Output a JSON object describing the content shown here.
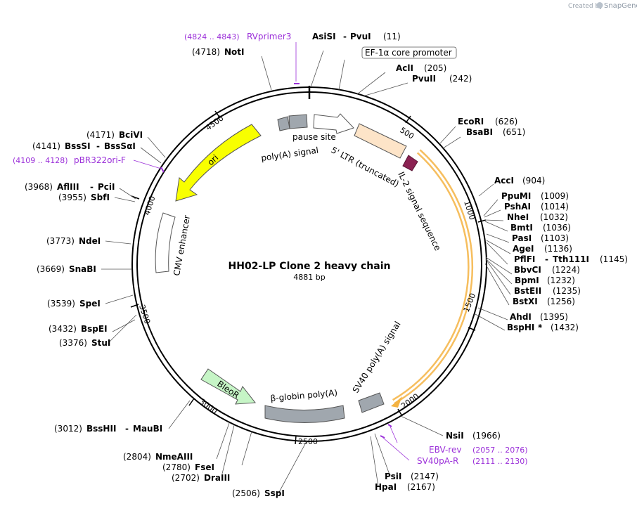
{
  "credit": {
    "prefix": "Created by",
    "brand": "SnapGene"
  },
  "plasmid": {
    "name": "HH02-LP Clone 2 heavy chain",
    "length_label": "4881 bp",
    "length": 4881
  },
  "ticks": [
    "500",
    "1000",
    "1500",
    "2000",
    "2500",
    "3000",
    "3500",
    "4000",
    "4500"
  ],
  "sites": [
    {
      "name": "AsiSI",
      "name2": "PvuI",
      "pos": "(11)"
    },
    {
      "name": "AclI",
      "pos": "(205)"
    },
    {
      "name": "PvuII",
      "pos": "(242)"
    },
    {
      "name": "EcoRI",
      "pos": "(626)"
    },
    {
      "name": "BsaBI",
      "pos": "(651)"
    },
    {
      "name": "AccI",
      "pos": "(904)"
    },
    {
      "name": "PpuMI",
      "pos": "(1009)"
    },
    {
      "name": "PshAI",
      "pos": "(1014)"
    },
    {
      "name": "NheI",
      "pos": "(1032)"
    },
    {
      "name": "BmtI",
      "pos": "(1036)"
    },
    {
      "name": "PasI",
      "pos": "(1103)"
    },
    {
      "name": "AgeI",
      "pos": "(1136)"
    },
    {
      "name": "PflFI",
      "name2": "Tth111I",
      "pos": "(1145)"
    },
    {
      "name": "BbvCI",
      "pos": "(1224)"
    },
    {
      "name": "BpmI",
      "pos": "(1232)"
    },
    {
      "name": "BstEII",
      "pos": "(1235)"
    },
    {
      "name": "BstXI",
      "pos": "(1256)"
    },
    {
      "name": "AhdI",
      "pos": "(1395)"
    },
    {
      "name": "BspHI",
      "star": "*",
      "pos": "(1432)"
    },
    {
      "name": "NsiI",
      "pos": "(1966)"
    },
    {
      "name": "PsiI",
      "pos": "(2147)"
    },
    {
      "name": "HpaI",
      "pos": "(2167)"
    },
    {
      "name": "SspI",
      "pos": "(2506)"
    },
    {
      "name": "DraIII",
      "pos": "(2702)"
    },
    {
      "name": "FseI",
      "pos": "(2780)"
    },
    {
      "name": "NmeAIII",
      "pos": "(2804)"
    },
    {
      "name": "BssHII",
      "name2": "MauBI",
      "pos": "(3012)"
    },
    {
      "name": "StuI",
      "pos": "(3376)"
    },
    {
      "name": "BspEI",
      "pos": "(3432)"
    },
    {
      "name": "SpeI",
      "pos": "(3539)"
    },
    {
      "name": "SnaBI",
      "pos": "(3669)"
    },
    {
      "name": "NdeI",
      "pos": "(3773)"
    },
    {
      "name": "SbfI",
      "pos": "(3955)"
    },
    {
      "name": "AflIII",
      "name2": "PciI",
      "pos": "(3968)"
    },
    {
      "name": "BssSI",
      "name2": "BssSαI",
      "pos": "(4141)"
    },
    {
      "name": "BciVI",
      "pos": "(4171)"
    },
    {
      "name": "NotI",
      "pos": "(4718)"
    }
  ],
  "primers": [
    {
      "name": "RVprimer3",
      "range": "(4824 .. 4843)"
    },
    {
      "name": "pBR322ori-F",
      "range": "(4109 .. 4128)"
    },
    {
      "name": "EBV-rev",
      "range": "(2057 .. 2076)"
    },
    {
      "name": "SV40pA-R",
      "range": "(2111 .. 2130)"
    }
  ],
  "features": [
    {
      "name": "EF-1α core promoter",
      "color": "#ffffff"
    },
    {
      "name": "5' LTR (truncated)",
      "color": "#fde4c8"
    },
    {
      "name": "IL-2 signal sequence",
      "color": "#8b2252"
    },
    {
      "name": "SV40 poly(A) signal",
      "color": "#a0a7ae"
    },
    {
      "name": "β-globin poly(A)",
      "color": "#a0a7ae"
    },
    {
      "name": "BleoR",
      "color": "#c6f5c6"
    },
    {
      "name": "CMV enhancer",
      "color": "#ffffff"
    },
    {
      "name": "ori",
      "color": "#f8ff00"
    },
    {
      "name": "poly(A) signal",
      "color": "#a0a7ae"
    },
    {
      "name": "pause site",
      "color": "#a0a7ae"
    }
  ],
  "colors": {
    "primer": "#9b30d9",
    "orf_highlight": "#f4b342",
    "backbone": "#000000"
  }
}
